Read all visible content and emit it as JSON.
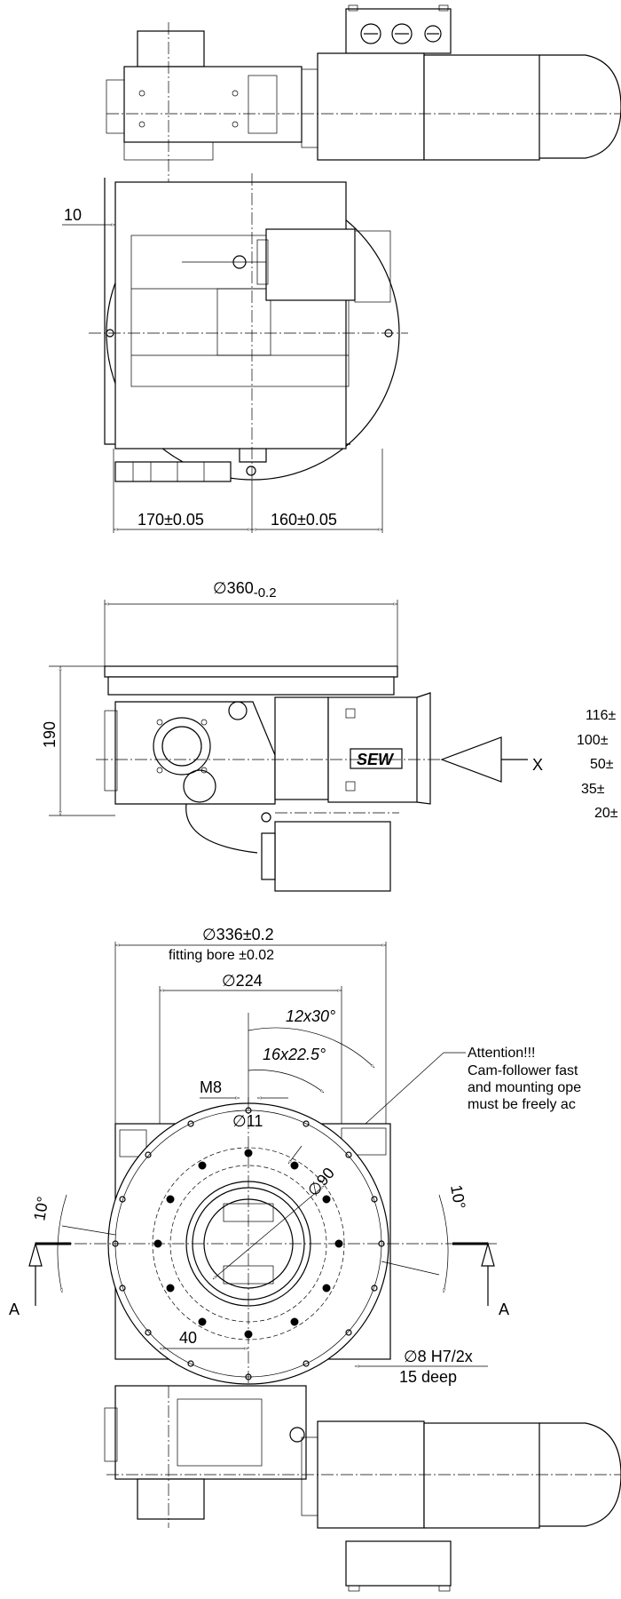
{
  "views": {
    "top": {
      "dim_10": "10",
      "dim_170": "170±0.05",
      "dim_160": "160±0.05"
    },
    "side": {
      "dim_diameter": "∅360",
      "dim_diameter_tol": "-0.2",
      "dim_190": "190",
      "brand_label": "SEW",
      "view_marker": "X",
      "right_dims": [
        "116±",
        "100±",
        "50±",
        "35±",
        "20±"
      ]
    },
    "bottom": {
      "dim_336": "∅336±0.2",
      "fitting_bore": "fitting bore ±0.02",
      "dim_224": "∅224",
      "angle_12x30": "12x30°",
      "angle_16x22": "16x22.5°",
      "thread_m8": "M8",
      "dim_11": "∅11",
      "dim_90": "∅90",
      "angle_left_10": "10°",
      "angle_right_10": "10°",
      "section_left": "A",
      "section_right": "A",
      "dim_40": "40",
      "dim_8h7": "∅8 H7/2x",
      "dim_15deep": "15 deep",
      "attention_title": "Attention!!!",
      "attention_line1": "Cam-follower fast",
      "attention_line2": "and mounting ope",
      "attention_line3": "must be freely ac"
    }
  }
}
